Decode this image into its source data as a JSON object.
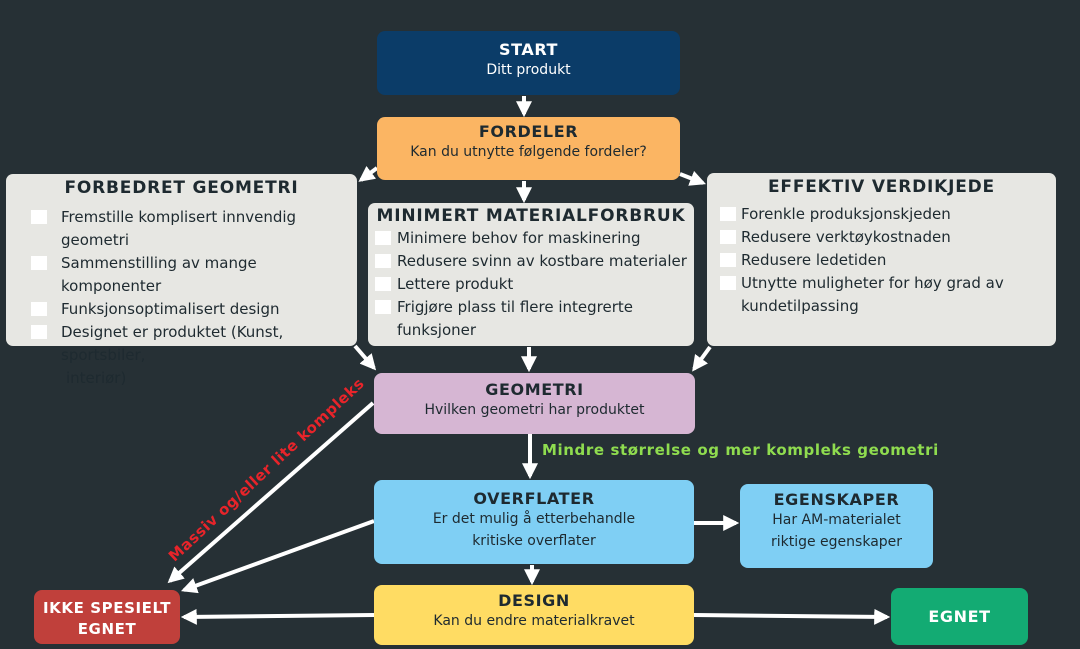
{
  "nodes": {
    "start": {
      "title": "START",
      "subtitle": "Ditt produkt"
    },
    "fordeler": {
      "title": "FORDELER",
      "subtitle": "Kan du utnytte følgende fordeler?"
    },
    "geometri": {
      "title": "GEOMETRI",
      "subtitle": "Hvilken geometri har produktet"
    },
    "overflater": {
      "title": "OVERFLATER",
      "line1": "Er det mulig å etterbehandle",
      "line2": "kritiske overflater"
    },
    "egenskaper": {
      "title": "EGENSKAPER",
      "line1": "Har AM-materialet",
      "line2": "riktige egenskaper"
    },
    "design": {
      "title": "DESIGN",
      "subtitle": "Kan du endre materialkravet"
    },
    "egnet": {
      "title": "EGNET"
    },
    "ikke": {
      "line1": "IKKE SPESIELT",
      "line2": "EGNET"
    }
  },
  "panels": {
    "forbedret": {
      "title": "FORBEDRET GEOMETRI",
      "items": [
        "Fremstille komplisert innvendig geometri",
        "Sammenstilling av mange komponenter",
        "Funksjonsoptimalisert design",
        "Designet er produktet (Kunst, sportsbiler,",
        "interiør)"
      ]
    },
    "minimert": {
      "title": "MINIMERT MATERIALFORBRUK",
      "items": [
        "Minimere behov for maskinering",
        "Redusere svinn av kostbare materialer",
        "Lettere produkt",
        "Frigjøre plass til flere integrerte",
        "funksjoner"
      ]
    },
    "effektiv": {
      "title": "EFFEKTIV VERDIKJEDE",
      "items": [
        "Forenkle produksjonskjeden",
        "Redusere verktøykostnaden",
        "Redusere ledetiden",
        "Utnytte muligheter for høy grad av",
        "kundetilpassing"
      ]
    }
  },
  "labels": {
    "green": "Mindre størrelse og mer kompleks geometri",
    "red": "Massiv og/eller lite kompleks"
  },
  "colors": {
    "background": "#263035",
    "start": "#0b3c68",
    "fordeler": "#fbb563",
    "geometri": "#d6b6d3",
    "overflater": "#7fcff4",
    "design": "#ffdc63",
    "egnet": "#13ab73",
    "ikke": "#c0403b",
    "panel": "#e7e7e3",
    "arrow": "#ffffff"
  }
}
